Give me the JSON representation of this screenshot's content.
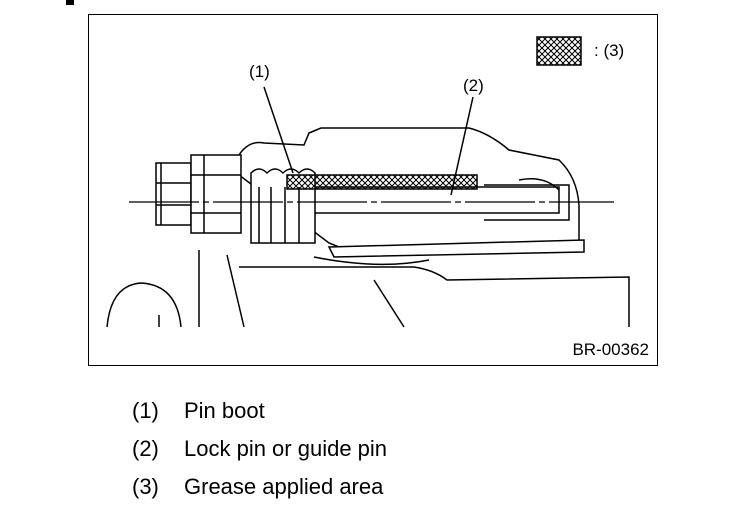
{
  "figure": {
    "id": "BR-00362",
    "callouts": [
      {
        "key": "c1",
        "text": "(1)"
      },
      {
        "key": "c2",
        "text": "(2)"
      }
    ],
    "grease_legend": ": (3)"
  },
  "legend": [
    {
      "num": "(1)",
      "label": "Pin boot"
    },
    {
      "num": "(2)",
      "label": "Lock pin or guide pin"
    },
    {
      "num": "(3)",
      "label": "Grease applied area"
    }
  ]
}
